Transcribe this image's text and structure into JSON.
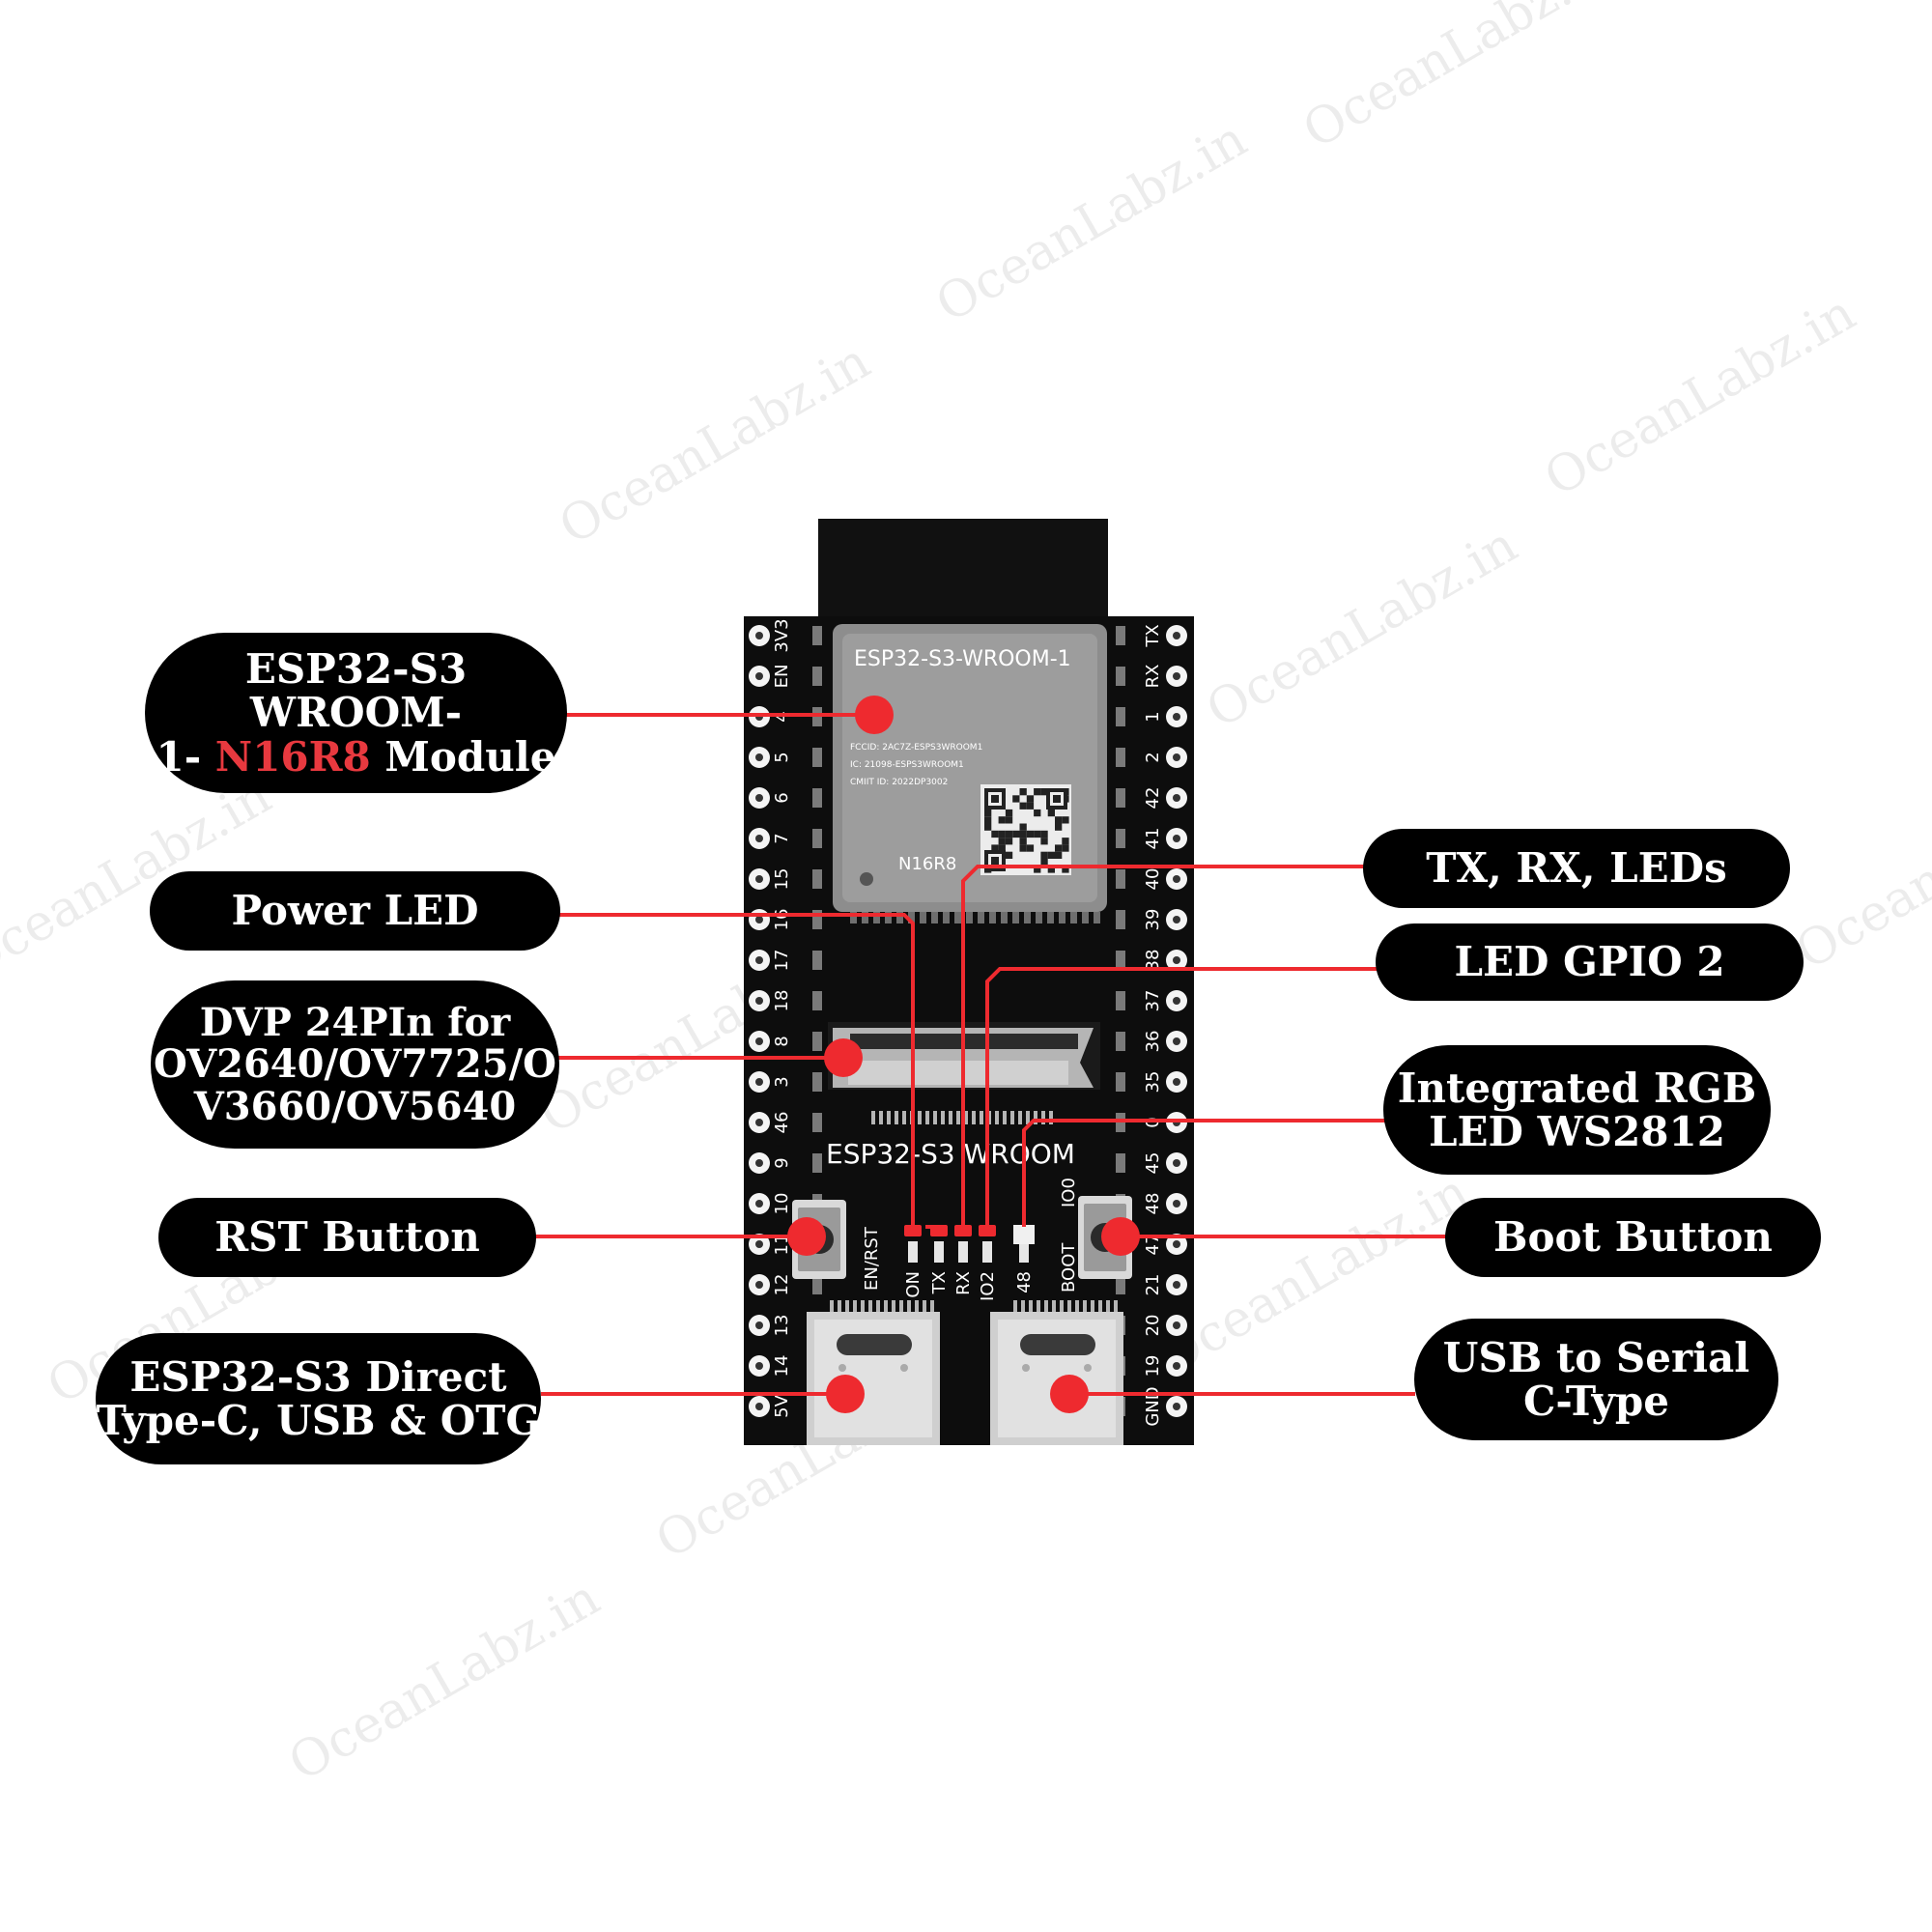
{
  "watermark": "OceanLabz.in",
  "board": {
    "module_title": "ESP32-S3-WROOM-1",
    "module_fcc": "FCCID: 2AC7Z-ESPS3WROOM1",
    "module_ic": "IC: 21098-ESPS3WROOM1",
    "module_cmiit": "CMIIT ID: 2022DP3002",
    "module_variant": "N16R8",
    "board_silkscreen": "ESP32-S3  WROOM",
    "left_pins": [
      "3V3",
      "EN",
      "4",
      "5",
      "6",
      "7",
      "15",
      "16",
      "17",
      "18",
      "8",
      "3",
      "46",
      "9",
      "10",
      "11",
      "12",
      "13",
      "14",
      "5V"
    ],
    "right_pins": [
      "TX",
      "RX",
      "1",
      "2",
      "42",
      "41",
      "40",
      "39",
      "38",
      "37",
      "36",
      "35",
      "0",
      "45",
      "48",
      "47",
      "21",
      "20",
      "19",
      "GND"
    ],
    "led_labels": [
      "ON",
      "TX",
      "RX",
      "IO2",
      "48"
    ],
    "rst_label": "EN/RST",
    "boot_label": "BOOT",
    "io0_label": "IO0"
  },
  "callouts": {
    "module": {
      "line1": "ESP32-S3 WROOM-",
      "line2_prefix": "1- ",
      "line2_highlight": "N16R8",
      "line2_suffix": " Module"
    },
    "power_led": "Power LED",
    "dvp": [
      "DVP 24PIn for",
      "OV2640/OV7725/O",
      "V3660/OV5640"
    ],
    "rst": "RST Button",
    "direct_usb": [
      "ESP32-S3 Direct",
      "Type-C, USB & OTG"
    ],
    "tx_rx": "TX, RX, LEDs",
    "led_gpio": "LED GPIO 2",
    "rgb": [
      "Integrated RGB",
      "LED WS2812"
    ],
    "boot": "Boot Button",
    "usb_serial": [
      "USB to Serial",
      "C-Type"
    ]
  },
  "colors": {
    "accent": "#ee2a2f",
    "board": "#0d0d0d",
    "pill": "#000000",
    "highlight": "#e8393f"
  }
}
